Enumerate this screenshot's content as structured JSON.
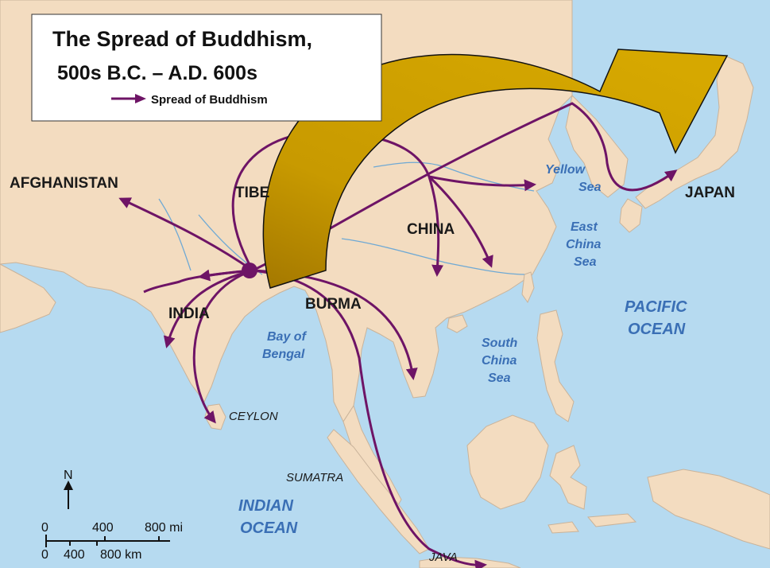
{
  "title": {
    "line1": "The Spread of Buddhism,",
    "line2": "500s B.C. – A.D. 600s"
  },
  "legend": {
    "label": "Spread of Buddhism"
  },
  "labels": {
    "afghanistan": "AFGHANISTAN",
    "tibet": "TIBE",
    "china": "CHINA",
    "japan": "JAPAN",
    "india": "INDIA",
    "burma": "BURMA",
    "ceylon": "CEYLON",
    "sumatra": "SUMATRA",
    "java": "JAVA",
    "yellow_sea_1": "Yellow",
    "yellow_sea_2": "Sea",
    "east_china_sea_1": "East",
    "east_china_sea_2": "China",
    "east_china_sea_3": "Sea",
    "bay_of_bengal_1": "Bay of",
    "bay_of_bengal_2": "Bengal",
    "south_china_sea_1": "South",
    "south_china_sea_2": "China",
    "south_china_sea_3": "Sea",
    "pacific_ocean_1": "PACIFIC",
    "pacific_ocean_2": "OCEAN",
    "indian_ocean_1": "INDIAN",
    "indian_ocean_2": "OCEAN"
  },
  "scale": {
    "north": "N",
    "mi_0": "0",
    "mi_400": "400",
    "mi_800": "800 mi",
    "km_0": "0",
    "km_400": "400",
    "km_800": "800 km"
  },
  "colors": {
    "sea": "#b6daf0",
    "land": "#f3dcc0",
    "route": "#6e1466",
    "arrow": "#d1a300",
    "ocean_label": "#3a6fb5"
  }
}
